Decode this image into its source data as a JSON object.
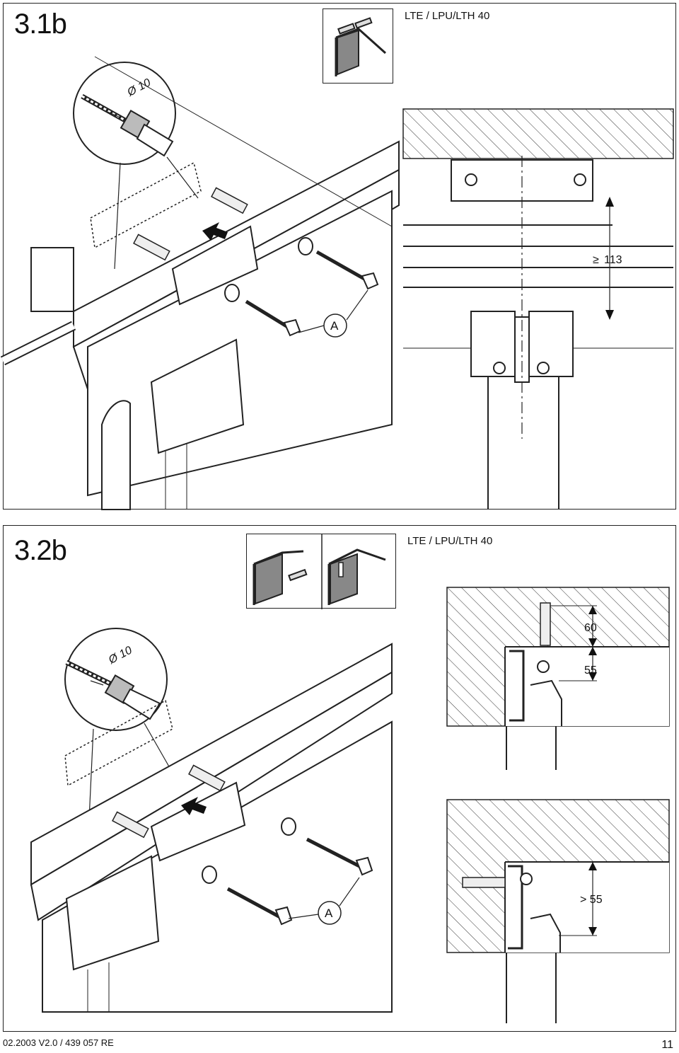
{
  "section_top": {
    "step": "3.1b",
    "model": "LTE / LPU/LTH 40",
    "drill_label": "Ø 10",
    "part_label": "A",
    "dimension": "113"
  },
  "section_bottom": {
    "step": "3.2b",
    "model": "LTE / LPU/LTH 40",
    "drill_label": "Ø 10",
    "part_label": "A",
    "dim_upper": "60",
    "dim_lower": "55",
    "dim_min": "> 55"
  },
  "footer": {
    "doc_ref": "02.2003  V2.0 / 439 057  RE",
    "page_number": "11"
  }
}
